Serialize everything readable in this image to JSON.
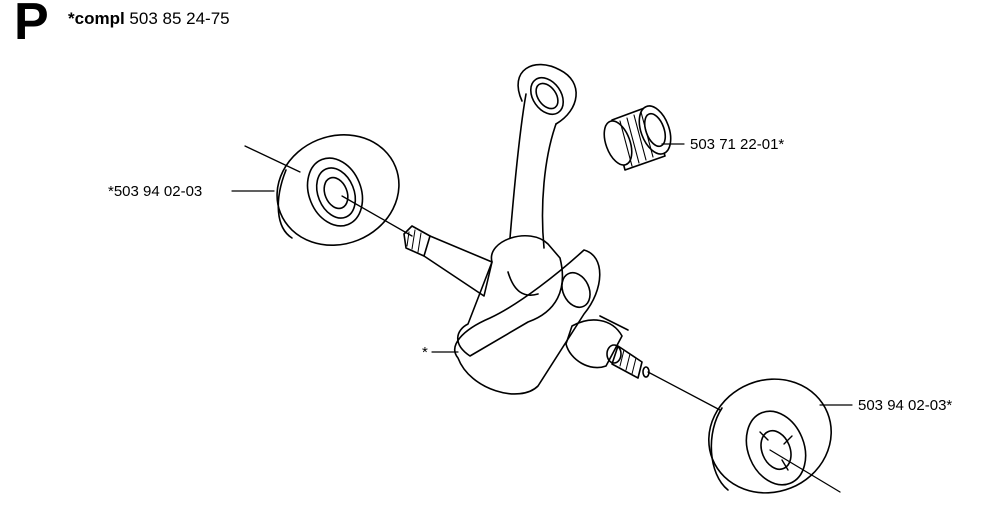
{
  "section": {
    "letter": "P"
  },
  "assembly": {
    "prefix": "*compl",
    "number": "503 85 24-75"
  },
  "callouts": {
    "bearing_left": "*503 94 02-03",
    "needle_bearing": "503 71 22-01*",
    "crankshaft": "*",
    "bearing_right": "503 94 02-03*"
  }
}
